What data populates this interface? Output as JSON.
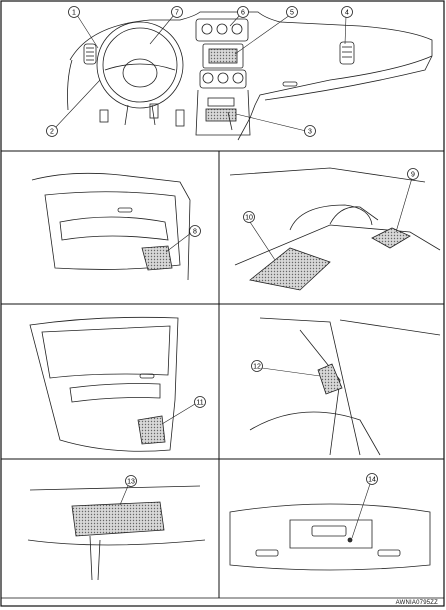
{
  "figure_code": "AWNIA0795ZZ",
  "callouts": [
    "1",
    "2",
    "3",
    "4",
    "5",
    "6",
    "7",
    "8",
    "9",
    "10",
    "11",
    "12",
    "13",
    "14"
  ]
}
